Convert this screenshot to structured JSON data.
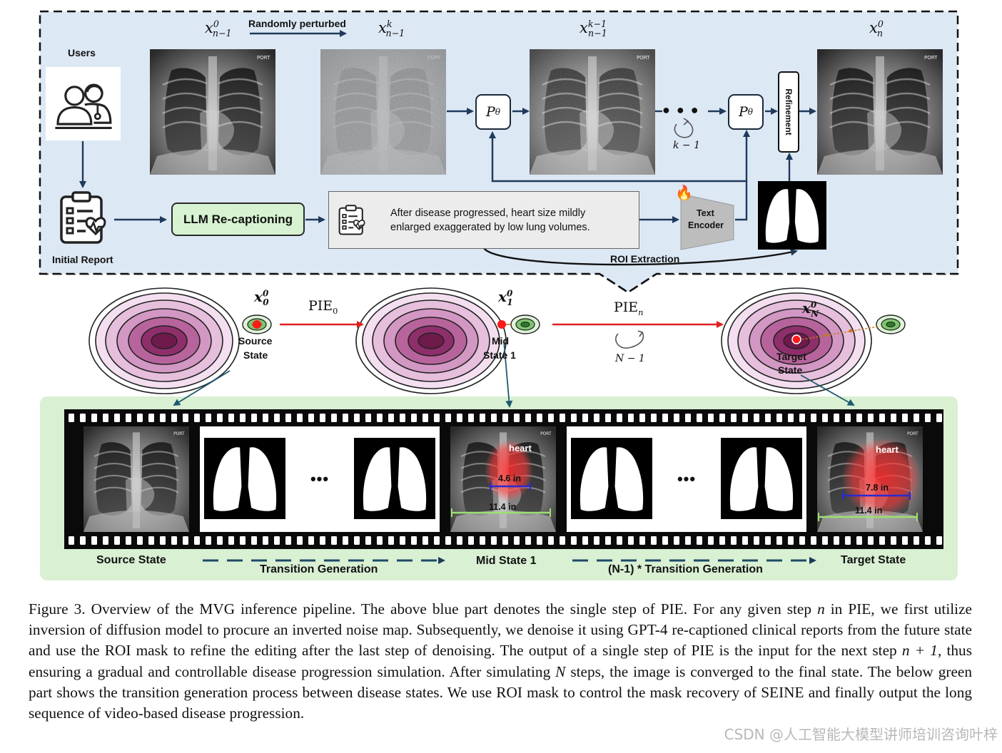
{
  "figure": {
    "top": {
      "users_label": "Users",
      "perturb_label": "Randomly perturbed",
      "initial_report_label": "Initial Report",
      "llm_label": "LLM Re-captioning",
      "report_text_line1": "After disease progressed, heart size mildly",
      "report_text_line2": "enlarged exaggerated by low lung volumes.",
      "text_encoder_line1": "Text",
      "text_encoder_line2": "Encoder",
      "refinement_label": "Refinement",
      "roi_label": "ROI Extraction",
      "loop_label": "k − 1",
      "dots": "● ● ●",
      "math": {
        "x_prev": "x",
        "x_prev_sup": "0",
        "x_prev_sub": "n−1",
        "x_k": "x",
        "x_k_sup": "k",
        "x_k_sub": "n−1",
        "x_k1": "x",
        "x_k1_sup": "k−1",
        "x_k1_sub": "n−1",
        "x_n": "x",
        "x_n_sup": "0",
        "x_n_sub": "n",
        "p_theta": "P",
        "p_theta_sub": "θ"
      }
    },
    "middle": {
      "source_state_line1": "Source",
      "source_state_line2": "State",
      "mid_state_line1": "Mid",
      "mid_state_line2": "State 1",
      "target_state_line1": "Target",
      "target_state_line2": "State",
      "pie0": "PIE",
      "pie0_sub": "0",
      "pien": "PIE",
      "pien_sub": "n",
      "loop_label": "N − 1",
      "x0_base": "x",
      "x0_sup": "0",
      "x0_sub": "0",
      "x1_base": "x",
      "x1_sup": "0",
      "x1_sub": "1",
      "xN_base": "x",
      "xN_sup": "0",
      "xN_sub": "N"
    },
    "bottom": {
      "ellipsis": "•••",
      "heart_label": "heart",
      "mid_heart_width": "4.6 in",
      "mid_chest_width": "11.4 in",
      "target_heart_width": "7.8 in",
      "target_chest_width": "11.4 in",
      "source_state": "Source State",
      "mid_state": "Mid State 1",
      "target_state": "Target State",
      "transition_generation": "Transition Generation",
      "n1_transition_generation": "(N-1) * Transition Generation"
    },
    "colors": {
      "top_panel_bg": "#dde8f5",
      "middle_panel_bg": "#e6e6e6",
      "bottom_panel_bg": "#d9f0d3",
      "llm_box_fill": "#d6f2d0",
      "arrow_dark": "#1f3a5a",
      "arrow_red": "#e02020",
      "contour_dark": "#6e1a4a",
      "contour_light": "#efd6ea",
      "heart_overlay": "#ff3030"
    }
  },
  "caption": {
    "p1": "Figure 3. Overview of the MVG inference pipeline. The above blue part denotes the single step of PIE. For any given step ",
    "var_n": "n",
    "p2": " in PIE, we first utilize inversion of diffusion model to procure an inverted noise map. Subsequently, we denoise it using GPT-4 re-captioned clinical reports from the future state and use the ROI mask to refine the editing after the last step of denoising. The output of a single step of PIE is the input for the next step ",
    "var_n_plus_1": "n + 1",
    "p3": ", thus ensuring a gradual and controllable disease progression simulation. After simulating ",
    "var_N": "N",
    "p4": " steps, the image is converged to the final state. The below green part shows the transition generation process between disease states. We use ROI mask to control the mask recovery of SEINE and finally output the long sequence of video-based disease progression."
  },
  "watermark": "CSDN @人工智能大模型讲师培训咨询叶梓"
}
